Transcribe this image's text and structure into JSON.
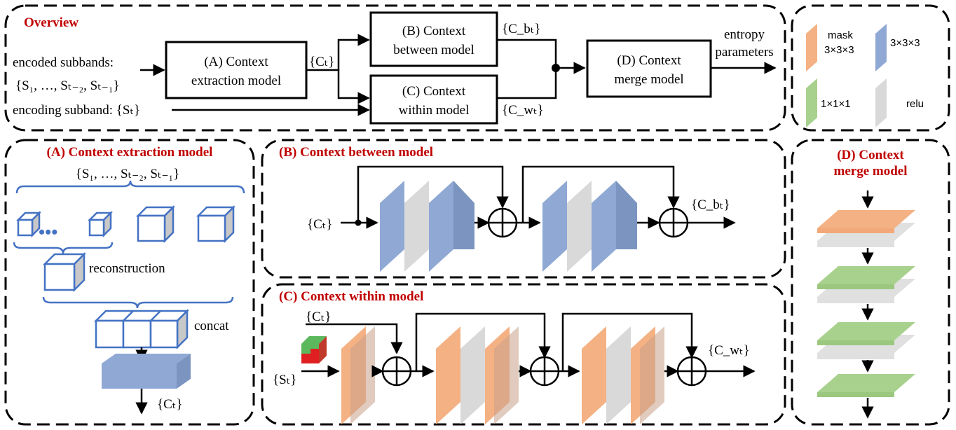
{
  "colors": {
    "title_red": "#c00000",
    "conv3_blue": "#8fa9d4",
    "mask_orange": "#f4b183",
    "conv1_green": "#a9d18e",
    "relu_gray": "#d9d9d9",
    "cube_outline": "#4472c4"
  },
  "overview": {
    "title": "Overview",
    "input1_label": "encoded subbands:",
    "input1_set": "{S₁, …, Sₜ₋₂, Sₜ₋₁}",
    "input2_label": "encoding subband: {Sₜ}",
    "boxA": [
      "(A) Context",
      "extraction model"
    ],
    "boxB": [
      "(B) Context",
      "between model"
    ],
    "boxC": [
      "(C) Context",
      "within model"
    ],
    "boxD": [
      "(D) Context",
      "merge model"
    ],
    "ct_label": "{Cₜ}",
    "cb_label": "{C_bₜ}",
    "cw_label": "{C_wₜ}",
    "output_label": [
      "entropy",
      "parameters"
    ]
  },
  "legend": {
    "mask": [
      "mask",
      "3×3×3"
    ],
    "conv3": "3×3×3",
    "conv1": "1×1×1",
    "relu": "relu"
  },
  "panelA": {
    "title": "(A) Context extraction model",
    "set_label": "{S₁, …, Sₜ₋₂, Sₜ₋₁}",
    "dots": "•••",
    "reconstruction": "reconstruction",
    "concat": "concat",
    "output": "{Cₜ}"
  },
  "panelB": {
    "title": "(B) Context between model",
    "input": "{Cₜ}",
    "output": "{C_bₜ}"
  },
  "panelC": {
    "title": "(C) Context within model",
    "input_ct": "{Cₜ}",
    "input_st": "{Sₜ}",
    "output": "{C_wₜ}"
  },
  "panelD": {
    "title": [
      "(D) Context",
      "merge model"
    ]
  }
}
